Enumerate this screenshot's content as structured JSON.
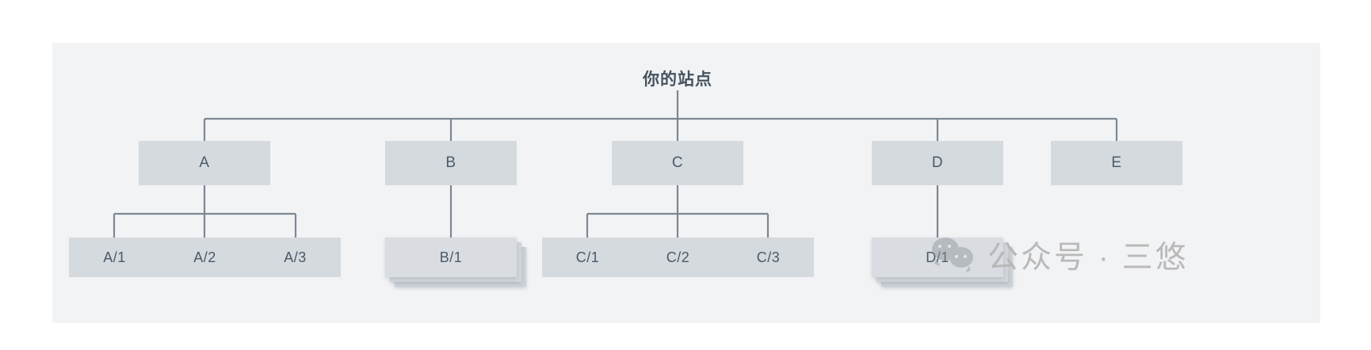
{
  "panel": {
    "background_color": "#f2f3f5",
    "page_background_color": "#ffffff"
  },
  "theme": {
    "node_fill": "#d5dade",
    "node_text_color": "#4b5a69",
    "connector_color": "#7c8894",
    "watermark_color": "#b6b6b6"
  },
  "tree": {
    "root": {
      "label": "你的站点"
    },
    "level2": [
      {
        "id": "A",
        "label": "A"
      },
      {
        "id": "B",
        "label": "B"
      },
      {
        "id": "C",
        "label": "C"
      },
      {
        "id": "D",
        "label": "D"
      },
      {
        "id": "E",
        "label": "E"
      }
    ],
    "leaves": {
      "a": [
        {
          "label": "A/1"
        },
        {
          "label": "A/2"
        },
        {
          "label": "A/3"
        }
      ],
      "b": [
        {
          "label": "B/1",
          "stacked": true
        }
      ],
      "c": [
        {
          "label": "C/1"
        },
        {
          "label": "C/2"
        },
        {
          "label": "C/3"
        }
      ],
      "d": [
        {
          "label": "D/1",
          "stacked": true
        }
      ]
    }
  },
  "watermark": {
    "text": "公众号 · 三悠",
    "icon": "wechat-icon"
  }
}
